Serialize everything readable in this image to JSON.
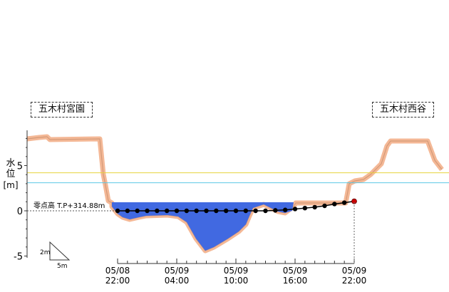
{
  "chart_data": {
    "type": "line",
    "labels": {
      "left_bank": "五木村宮園",
      "right_bank": "五木村西谷",
      "ylabel_chars": [
        "水",
        "位"
      ],
      "yunit": "[m]",
      "zero_label": "零点高 T.P+314.88m",
      "scale_vertical": "2m",
      "scale_horizontal": "5m"
    },
    "y_ticks": [
      5,
      0,
      -5
    ],
    "ylim": [
      -5,
      8.5
    ],
    "x_ticks": [
      {
        "date": "05/08",
        "time": "22:00"
      },
      {
        "date": "05/09",
        "time": "04:00"
      },
      {
        "date": "05/09",
        "time": "10:00"
      },
      {
        "date": "05/09",
        "time": "16:00"
      },
      {
        "date": "05/09",
        "time": "22:00"
      }
    ],
    "x_hours": [
      0,
      24
    ],
    "series": [
      {
        "values": [
          0,
          0,
          0,
          0,
          0,
          0,
          0,
          0,
          0,
          0,
          0,
          0,
          0,
          0,
          0,
          0,
          0.05,
          0.1,
          0.2,
          0.3,
          0.4,
          0.55,
          0.75,
          0.9,
          1.05
        ]
      }
    ],
    "reference_lines": [
      {
        "value": 4.2,
        "color": "#e6d23c"
      },
      {
        "value": 3.1,
        "color": "#5bc8e6"
      }
    ],
    "colors": {
      "water": "#4169e1",
      "bank_stroke": "#f4b896",
      "series": "#000000",
      "latest_point": "#cc0000"
    }
  }
}
